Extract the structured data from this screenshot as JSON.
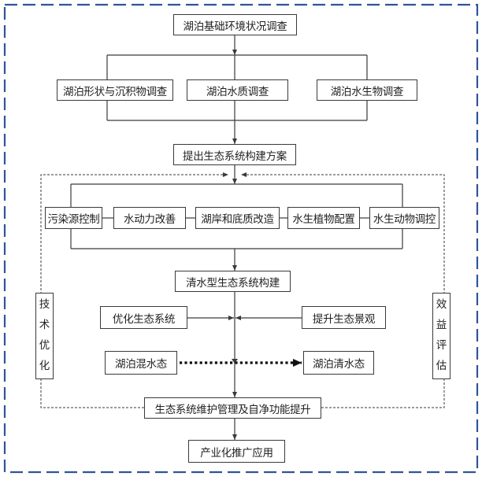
{
  "colors": {
    "frame": "#2f5597",
    "line": "#3a3a3a"
  },
  "nodes": {
    "survey_root": "湖泊基础环境状况调查",
    "survey_shape": "湖泊形状与沉积物调查",
    "survey_water": "湖泊水质调查",
    "survey_bio": "湖泊水生物调查",
    "plan": "提出生态系统构建方案",
    "measure_pollution": "污染源控制",
    "measure_hydro": "水动力改善",
    "measure_shore": "湖岸和底质改造",
    "measure_plants": "水生植物配置",
    "measure_animals": "水生动物调控",
    "clearwater_build": "清水型生态系统构建",
    "optimize_eco": "优化生态系统",
    "enhance_landscape": "提升生态景观",
    "turbid_state": "湖泊混水态",
    "clear_state": "湖泊清水态",
    "maintenance": "生态系统维护管理及自净功能提升",
    "industrial": "产业化推广应用"
  },
  "side_labels": {
    "tech_optimize": [
      "技",
      "术",
      "优",
      "化"
    ],
    "benefit_eval": [
      "效",
      "益",
      "评",
      "估"
    ]
  }
}
